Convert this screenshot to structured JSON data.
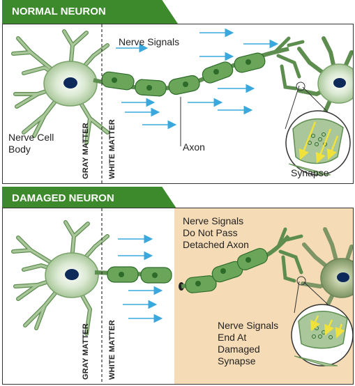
{
  "normal": {
    "title": "NORMAL NEURON",
    "signal_label": "Nerve Signals",
    "cell_body_label": [
      "Nerve Cell",
      "Body"
    ],
    "axon_label": "Axon",
    "synapse_label": "Synapse",
    "gray_matter": "GRAY MATTER",
    "white_matter": "WHITE MATTER"
  },
  "damaged": {
    "title": "DAMAGED NEURON",
    "signal_label": [
      "Nerve Signals",
      "Do Not Pass",
      "Detached Axon"
    ],
    "synapse_label": [
      "Nerve Signals",
      "End At",
      "Damaged",
      "Synapse"
    ],
    "gray_matter": "GRAY MATTER",
    "white_matter": "WHITE MATTER"
  },
  "colors": {
    "tab_green": "#3d8a2c",
    "neuron_fill": "#a9c79a",
    "neuron_stroke": "#5d8d4f",
    "myelin": "#6aa55a",
    "node_dark": "#2d6b2a",
    "nucleus": "#0e2a5a",
    "arrow_blue": "#3aa8dc",
    "damaged_bg": "#f6dcb6",
    "synapse_arrow": "#f0e23a"
  }
}
